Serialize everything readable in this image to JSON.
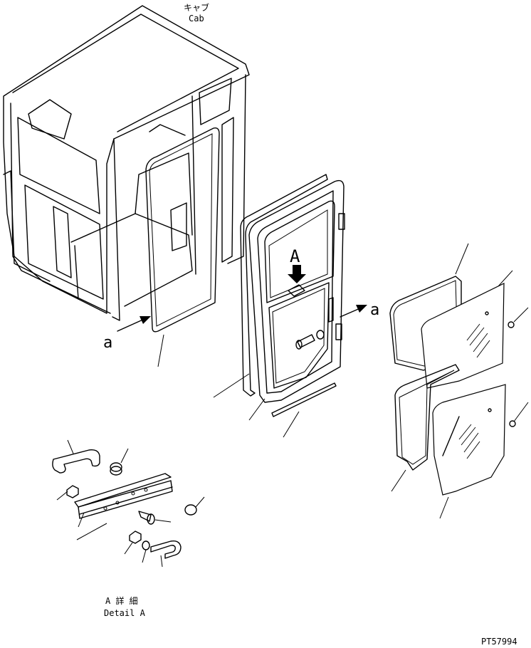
{
  "labels": {
    "cab_jp": "キャブ",
    "cab_en": "Cab",
    "view_a_left": "a",
    "view_a_right": "a",
    "detail_marker": "A",
    "detail_jp": "A 詳 細",
    "detail_en": "Detail A",
    "part_code": "PT57994"
  }
}
